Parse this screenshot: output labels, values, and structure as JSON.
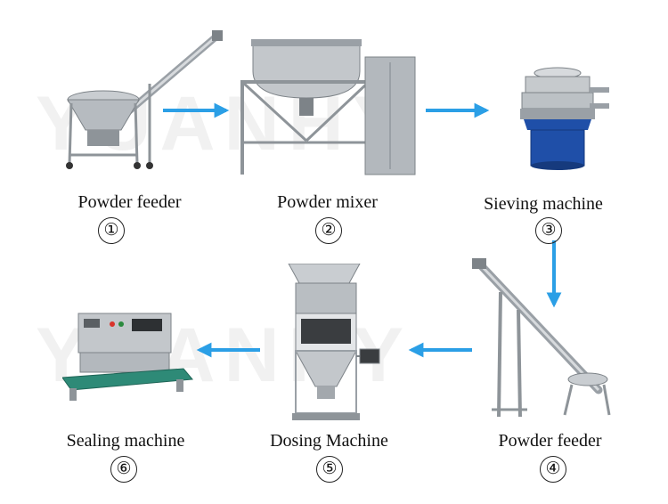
{
  "steps": [
    {
      "number": "①",
      "label": "Powder feeder"
    },
    {
      "number": "②",
      "label": "Powder mixer"
    },
    {
      "number": "③",
      "label": "Sieving machine"
    },
    {
      "number": "④",
      "label": "Powder feeder"
    },
    {
      "number": "⑤",
      "label": "Dosing Machine"
    },
    {
      "number": "⑥",
      "label": "Sealing machine"
    }
  ],
  "watermark": "YUANHY",
  "colors": {
    "arrow": "#2b9fe6",
    "steel": "#a9aeb3",
    "belt": "#2e8a77",
    "sieve_base": "#1f4fa8"
  }
}
